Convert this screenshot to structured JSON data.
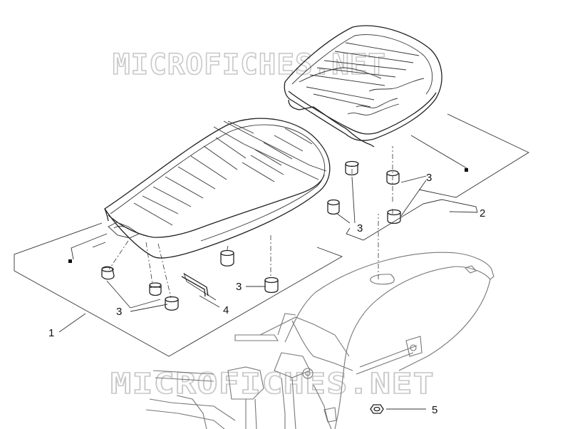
{
  "watermark": {
    "text": "MICROFICHES.NET"
  },
  "callouts": [
    {
      "id": "c1",
      "label": "1"
    },
    {
      "id": "c2",
      "label": "2"
    },
    {
      "id": "c3a",
      "label": "3"
    },
    {
      "id": "c3b",
      "label": "3"
    },
    {
      "id": "c3c",
      "label": "3"
    },
    {
      "id": "c3d",
      "label": "3"
    },
    {
      "id": "c4",
      "label": "4"
    },
    {
      "id": "c5",
      "label": "5"
    }
  ]
}
